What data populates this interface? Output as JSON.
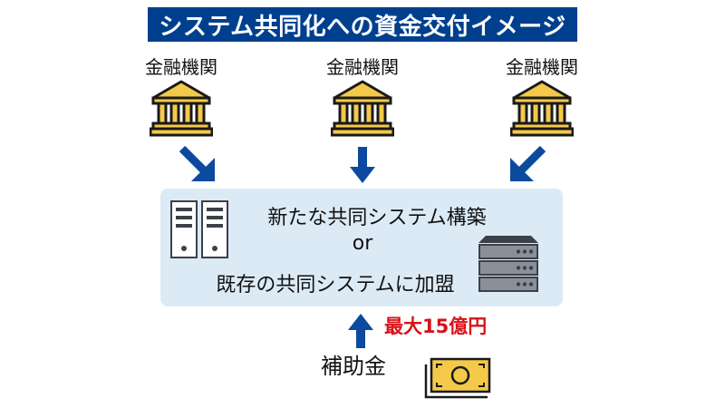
{
  "title": "システム共同化への資金交付イメージ",
  "institutions": [
    {
      "label": "金融機関",
      "icon": "bank-icon"
    },
    {
      "label": "金融機関",
      "icon": "bank-icon"
    },
    {
      "label": "金融機関",
      "icon": "bank-icon"
    }
  ],
  "system_box": {
    "option_new": "新たな共同システム構築",
    "connector": "or",
    "option_existing": "既存の共同システムに加盟",
    "icons": [
      "server-tower-icon",
      "server-rack-icon"
    ]
  },
  "funding": {
    "amount_label": "最大15億円",
    "subsidy_label": "補助金",
    "icon": "banknote-icon"
  },
  "colors": {
    "title_bg": "#003f8e",
    "arrow": "#0b4a9e",
    "bank_fill": "#f4c94a",
    "box_bg": "#dceaf6",
    "amount_text": "#d8121b",
    "money_fill": "#f4c94a"
  }
}
